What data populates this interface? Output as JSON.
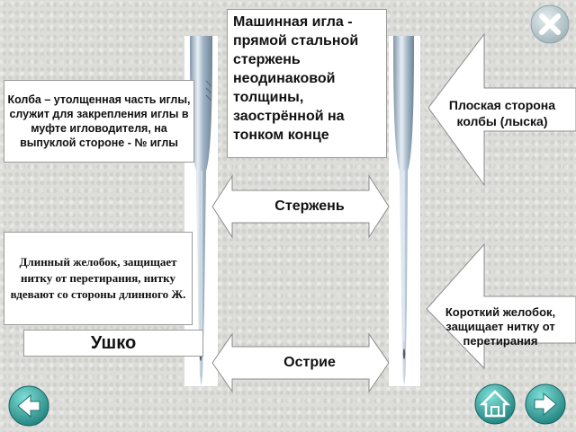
{
  "title": "Машинная игла - прямой стальной стержень неодинаковой толщины, заострённой на тонком конце",
  "labels": {
    "head": "Колба – утолщенная часть иглы, служит для закрепления иглы в муфте игловодителя, на выпуклой стороне - № иглы",
    "long_groove": "Длинный желобок, защищает нитку от перетирания, нитку вдевают со стороны длинного Ж.",
    "eye": "Ушко",
    "shaft": "Стержень",
    "tip": "Острие",
    "flat_side": "Плоская сторона колбы (лыска)",
    "short_groove": "Короткий желобок, защищает нитку от перетирания"
  },
  "icons": {
    "close": "close-icon",
    "back": "arrow-left-icon",
    "home": "home-icon",
    "next": "arrow-right-icon"
  },
  "colors": {
    "nav_button": "#2e9e9a",
    "close_button": "#b7c7cc",
    "needle_steel": "#a9bccd"
  }
}
